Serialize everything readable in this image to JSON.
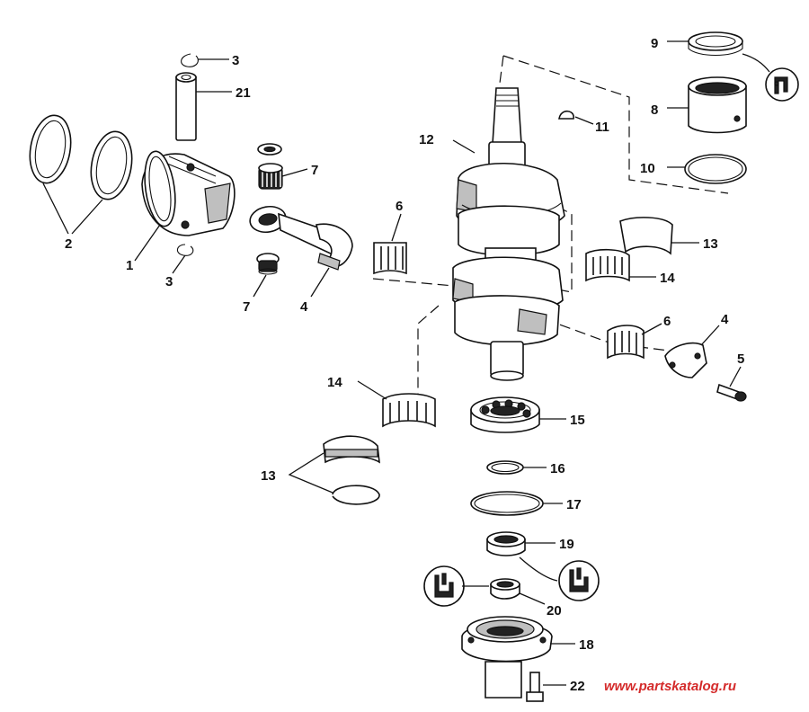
{
  "callouts": {
    "c1": "1",
    "c2": "2",
    "c3a": "3",
    "c3b": "3",
    "c4a": "4",
    "c4b": "4",
    "c5": "5",
    "c6a": "6",
    "c6b": "6",
    "c7a": "7",
    "c7b": "7",
    "c8": "8",
    "c9": "9",
    "c10": "10",
    "c11": "11",
    "c12": "12",
    "c13a": "13",
    "c13b": "13",
    "c14a": "14",
    "c14b": "14",
    "c15": "15",
    "c16": "16",
    "c17": "17",
    "c18": "18",
    "c19": "19",
    "c20": "20",
    "c21": "21",
    "c22": "22"
  },
  "watermark": "www.partskatalog.ru",
  "colors": {
    "line": "#111111",
    "watermark": "#d42a2a",
    "background": "#ffffff"
  },
  "icons": [
    "lubricant-symbol-icon",
    "lubricant-symbol-icon",
    "lubricant-symbol-icon"
  ]
}
